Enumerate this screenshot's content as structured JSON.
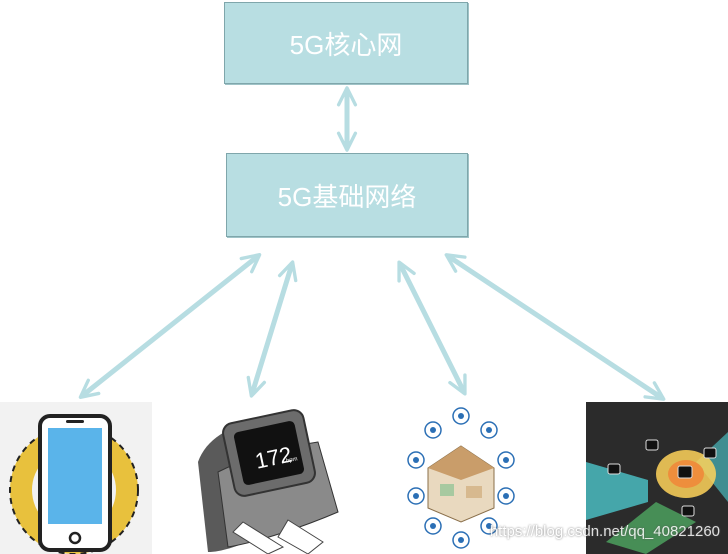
{
  "nodes": {
    "core": "5G核心网",
    "base": "5G基础网络"
  },
  "devices": [
    {
      "name": "smartphone"
    },
    {
      "name": "smartwatch",
      "display_value": "172",
      "display_unit": "bpm"
    },
    {
      "name": "smart-home"
    },
    {
      "name": "vehicle-sensors"
    }
  ],
  "watermark": "https://blog.csdn.net/qq_40821260",
  "colors": {
    "box_fill": "#b8dee2",
    "arrow": "#b7dde2",
    "box_text": "#ffffff"
  }
}
